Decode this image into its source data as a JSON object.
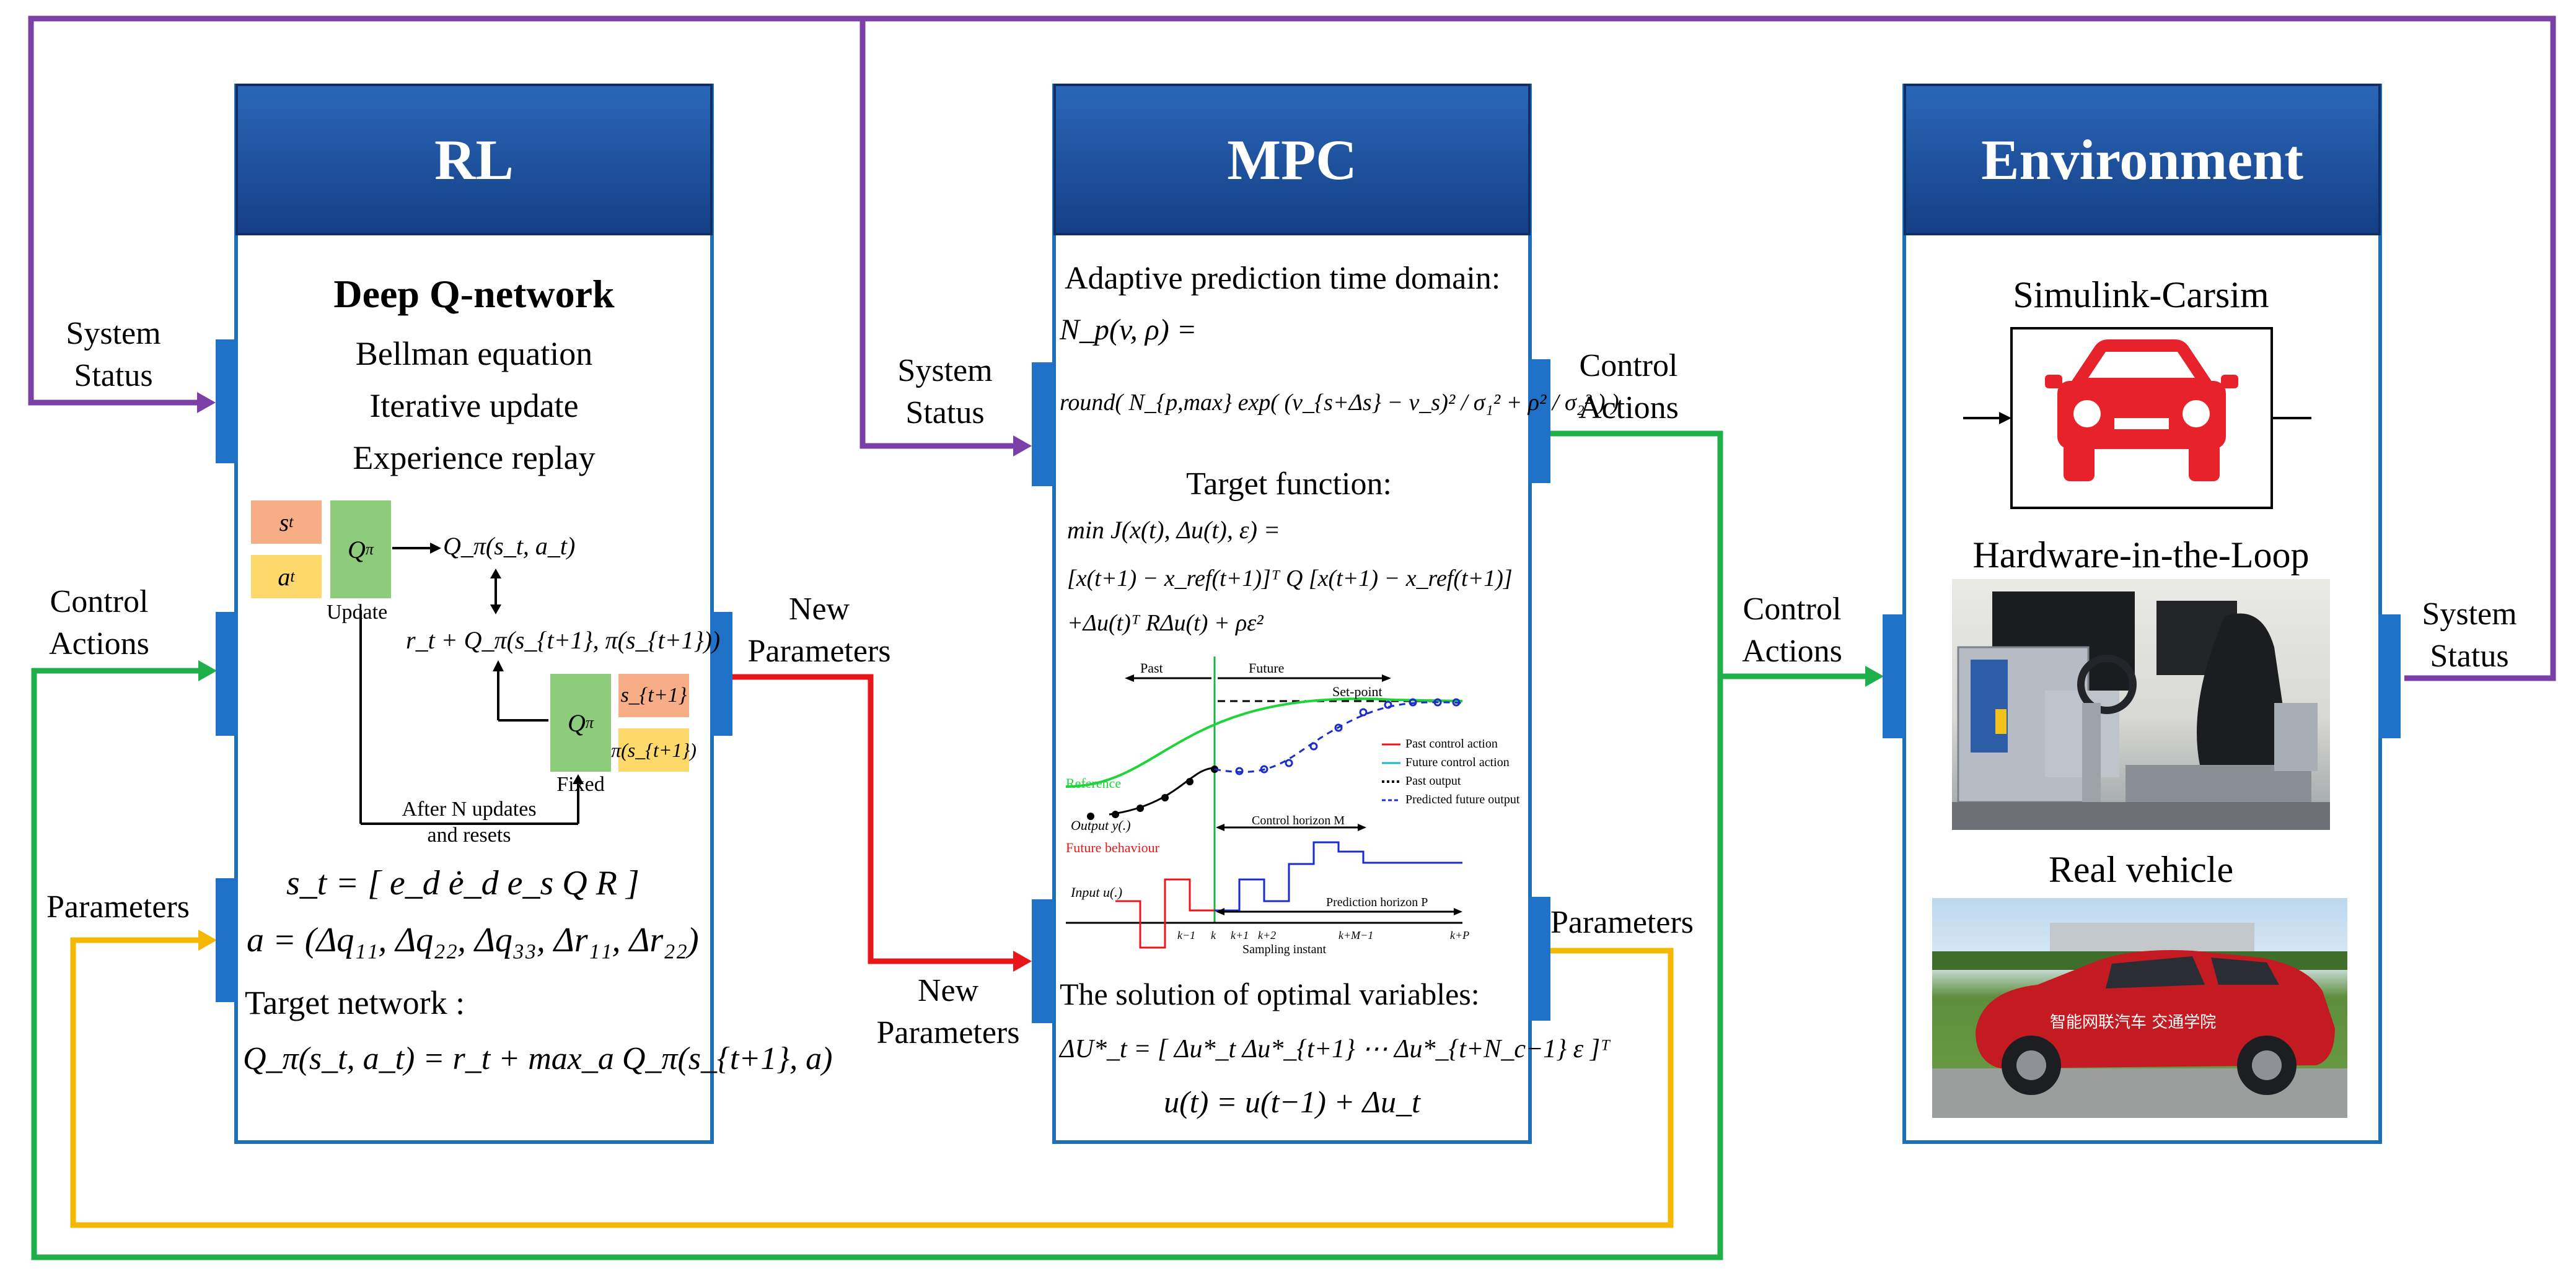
{
  "colors": {
    "purple": "#7b3fa8",
    "green": "#1fb04a",
    "red": "#e8161b",
    "yellow": "#f5b800",
    "panel_border": "#1f6fb4",
    "header_blue": "#1a4f9e",
    "port_blue": "#1f72c8",
    "state_orange": "#f7ae86",
    "state_yellow": "#fcd96a",
    "q_green": "#8ccc7a",
    "car_red": "#e8222a"
  },
  "rl": {
    "title": "RL",
    "subtitle": "Deep Q-network",
    "lines": [
      "Bellman equation",
      "Iterative update",
      "Experience replay"
    ],
    "st": "s",
    "st_sub": "t",
    "at": "a",
    "at_sub": "t",
    "qpi": "Q",
    "qpi_sub": "π",
    "update_label": "Update",
    "q_eq": "Q_π(s_t, a_t)",
    "r_eq": "r_t + Q_π(s_{t+1}, π(s_{t+1}))",
    "st1": "s_{t+1}",
    "pist1": "π(s_{t+1})",
    "fixed_label": "Fixed",
    "after_label_1": "After N updates",
    "after_label_2": "and resets",
    "state_eq": "s_t = [ e_d   ė_d   e_s   Q   R ]",
    "action_eq": "a = (Δq₁₁, Δq₂₂, Δq₃₃, Δr₁₁, Δr₂₂)",
    "target_label": "Target network :",
    "target_eq": "Q_π(s_t, a_t) = r_t + max_a Q_π(s_{t+1}, a)"
  },
  "mpc": {
    "title": "MPC",
    "adaptive_label": "Adaptive prediction time domain:",
    "np_eq": "N_p(v, ρ) =",
    "round_eq": "round( N_{p,max} exp( (v_{s+Δs} − v_s)² / σ₁² + ρ² / σ₂² ) )",
    "target_function_label": "Target function:",
    "min_eq": "min J(x(t), Δu(t), ε) =",
    "cost_eq_1": "[x(t+1) − x_ref(t+1)]ᵀ Q [x(t+1) − x_ref(t+1)]",
    "cost_eq_2": "+Δu(t)ᵀ RΔu(t) + ρε²",
    "solution_label": "The solution of optimal variables:",
    "du_eq": "ΔU*_t = [ Δu*_t   Δu*_{t+1}   ⋯   Δu*_{t+N_c−1}   ε ]ᵀ",
    "u_eq": "u(t) = u(t−1) + Δu_t",
    "plot": {
      "past": "Past",
      "future": "Future",
      "setpoint": "Set-point",
      "reference": "Reference",
      "output": "Output y(.)",
      "future_behaviour": "Future behaviour",
      "input": "Input u(.)",
      "control_horizon": "Control horizon M",
      "prediction_horizon": "Prediction horizon P",
      "sampling": "Sampling instant",
      "legend": [
        "Past control action",
        "Future control action",
        "Past output",
        "Predicted future output"
      ],
      "ticks": [
        "k−1",
        "k",
        "k+1",
        "k+2",
        "k+M−1",
        "k+P"
      ]
    }
  },
  "env": {
    "title": "Environment",
    "sim_label": "Simulink-Carsim",
    "hil_label": "Hardware-in-the-Loop",
    "real_label": "Real vehicle",
    "car_text": "智能网联汽车   交通学院"
  },
  "flows": {
    "system_status": "System Status",
    "control_actions": "Control Actions",
    "new_parameters": "New Parameters",
    "parameters": "Parameters"
  }
}
